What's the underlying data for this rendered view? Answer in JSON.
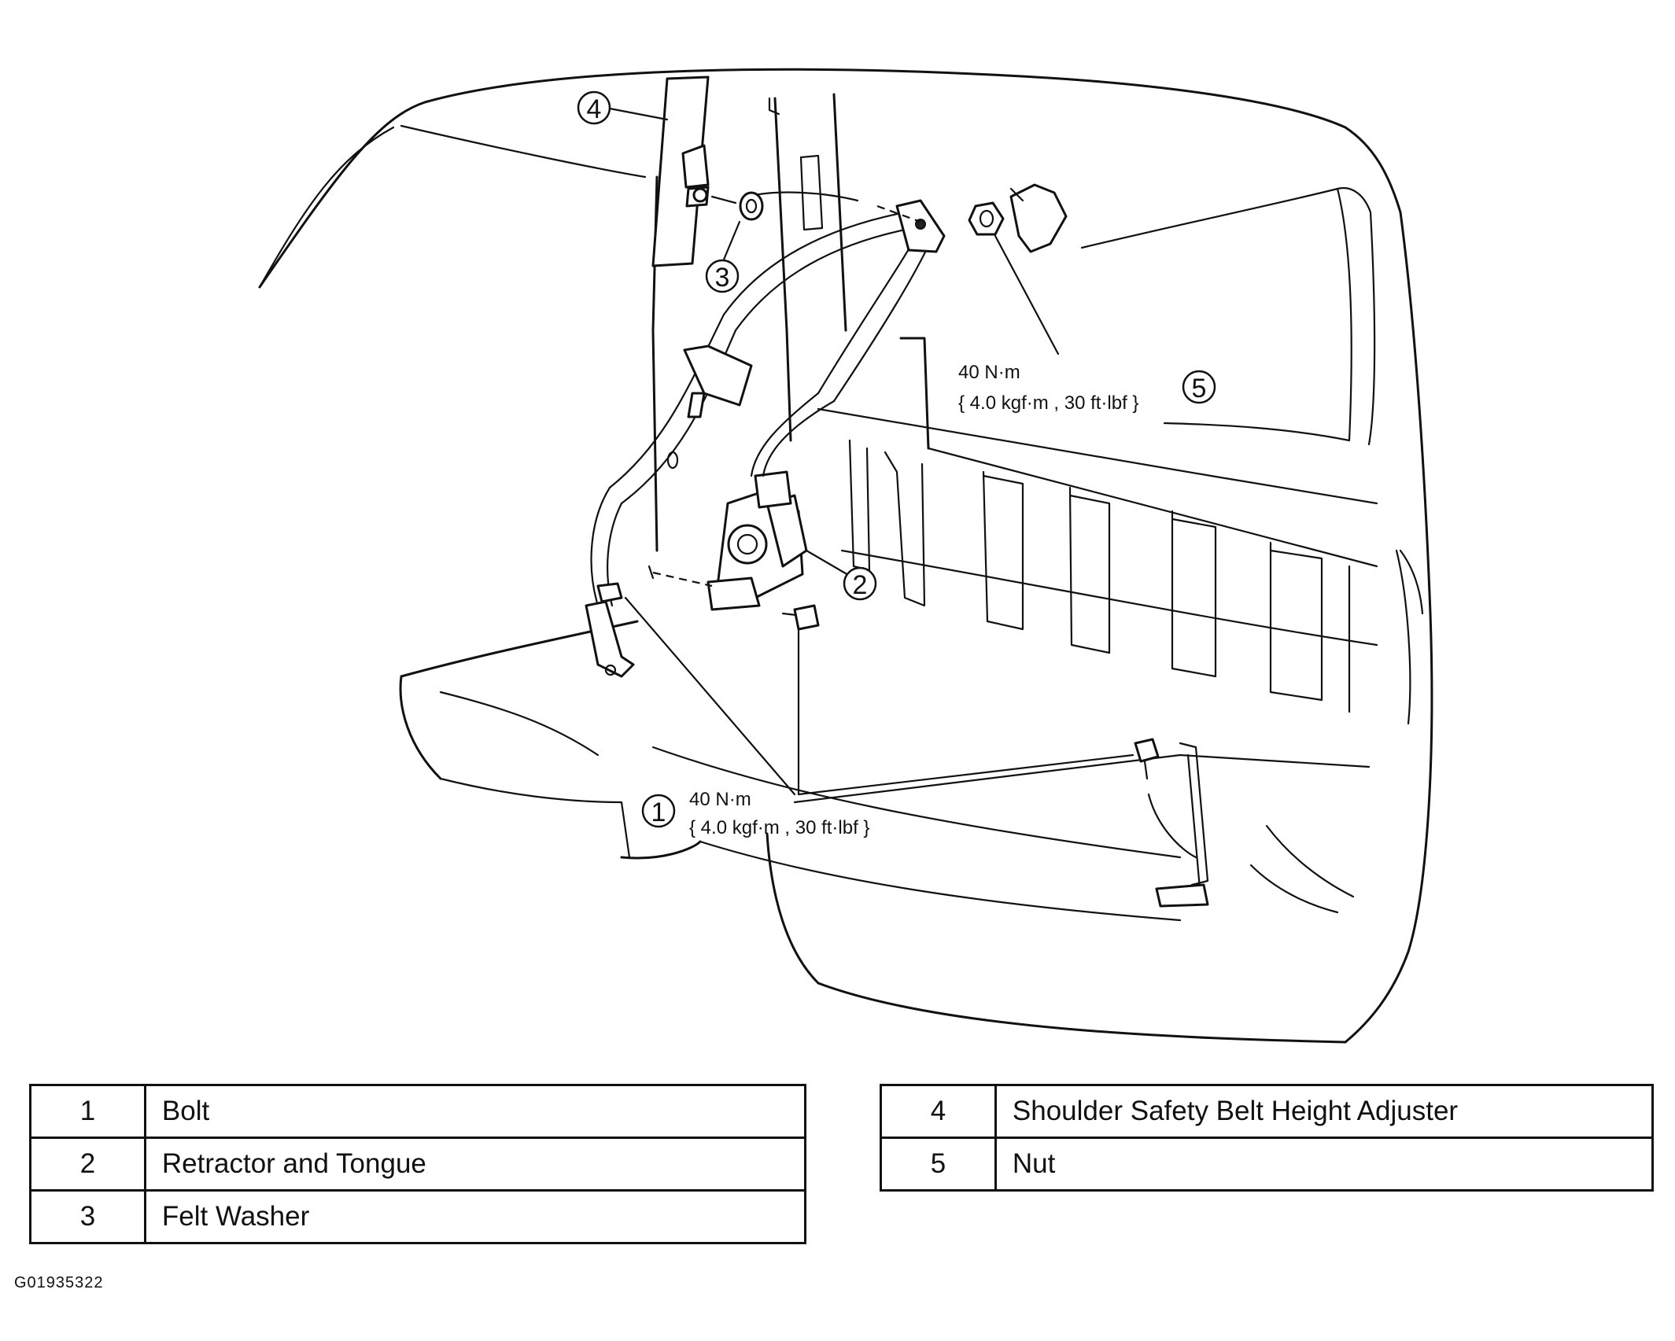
{
  "callouts": [
    {
      "num": "1"
    },
    {
      "num": "2"
    },
    {
      "num": "3"
    },
    {
      "num": "4"
    },
    {
      "num": "5"
    }
  ],
  "torque_specs": [
    {
      "line1": "40 N·m",
      "line2": "{ 4.0 kgf·m , 30 ft·lbf }"
    },
    {
      "line1": "40 N·m",
      "line2": "{ 4.0 kgf·m , 30 ft·lbf }"
    }
  ],
  "legend": {
    "left": [
      {
        "num": "1",
        "name": "Bolt"
      },
      {
        "num": "2",
        "name": "Retractor and Tongue"
      },
      {
        "num": "3",
        "name": "Felt Washer"
      }
    ],
    "right": [
      {
        "num": "4",
        "name": "Shoulder Safety Belt Height Adjuster"
      },
      {
        "num": "5",
        "name": "Nut"
      }
    ]
  },
  "figure_code": "G01935322"
}
